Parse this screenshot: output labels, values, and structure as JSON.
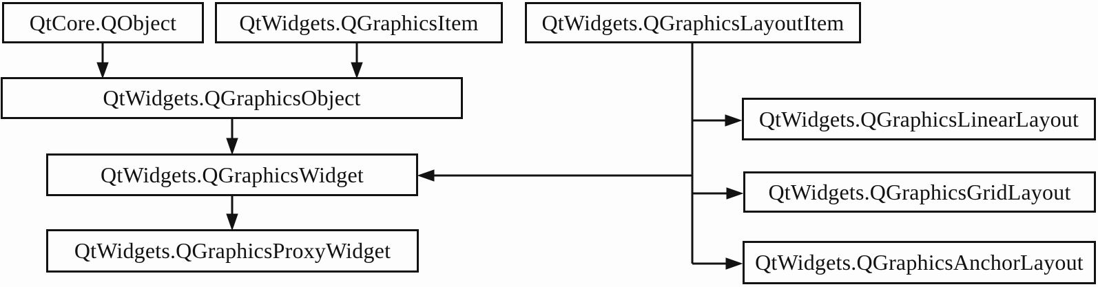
{
  "diagram": {
    "description": "Qt Graphics View class inheritance diagram",
    "colors": {
      "background": "#fdfdfd",
      "box_fill": "#fdfdfd",
      "line": "#121212",
      "text": "#121212"
    },
    "nodes": [
      {
        "id": "qobject",
        "label": "QtCore.QObject"
      },
      {
        "id": "qgraphicsitem",
        "label": "QtWidgets.QGraphicsItem"
      },
      {
        "id": "qgraphicslayoutitem",
        "label": "QtWidgets.QGraphicsLayoutItem"
      },
      {
        "id": "qgraphicsobject",
        "label": "QtWidgets.QGraphicsObject"
      },
      {
        "id": "qgraphicslinearlayout",
        "label": "QtWidgets.QGraphicsLinearLayout"
      },
      {
        "id": "qgraphicswidget",
        "label": "QtWidgets.QGraphicsWidget"
      },
      {
        "id": "qgraphicsgridlayout",
        "label": "QtWidgets.QGraphicsGridLayout"
      },
      {
        "id": "qgraphicsproxywidget",
        "label": "QtWidgets.QGraphicsProxyWidget"
      },
      {
        "id": "qgraphicsanchorlayout",
        "label": "QtWidgets.QGraphicsAnchorLayout"
      }
    ],
    "edges": [
      {
        "from": "qobject",
        "to": "qgraphicsobject"
      },
      {
        "from": "qgraphicsitem",
        "to": "qgraphicsobject"
      },
      {
        "from": "qgraphicsobject",
        "to": "qgraphicswidget"
      },
      {
        "from": "qgraphicslayoutitem",
        "to": "qgraphicswidget"
      },
      {
        "from": "qgraphicswidget",
        "to": "qgraphicsproxywidget"
      },
      {
        "from": "qgraphicslayoutitem",
        "to": "qgraphicslinearlayout"
      },
      {
        "from": "qgraphicslayoutitem",
        "to": "qgraphicsgridlayout"
      },
      {
        "from": "qgraphicslayoutitem",
        "to": "qgraphicsanchorlayout"
      }
    ]
  }
}
